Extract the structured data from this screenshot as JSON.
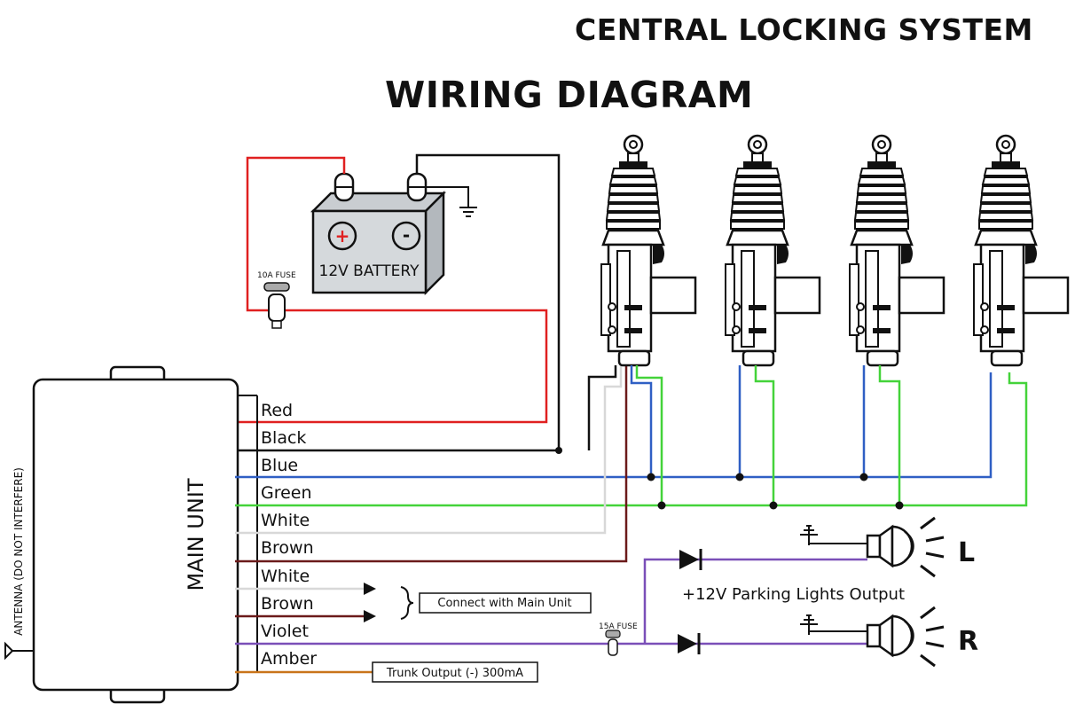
{
  "title": "CENTRAL LOCKING SYSTEM",
  "subtitle": "WIRING DIAGRAM",
  "battery": {
    "label": "12V BATTERY",
    "plus": "+",
    "minus": "-"
  },
  "fuse_10a": "10A FUSE",
  "fuse_15a": "15A FUSE",
  "main_unit": "MAIN UNIT",
  "antenna": "ANTENNA (DO NOT INTERFERE)",
  "wires": [
    "Red",
    "Black",
    "Blue",
    "Green",
    "White",
    "Brown",
    "White",
    "Brown",
    "Violet",
    "Amber"
  ],
  "wire_colors": {
    "Red": "#e02020",
    "Black": "#111111",
    "Blue": "#2f5fc4",
    "Green": "#44d33a",
    "White": "#d8d8d8",
    "Brown": "#6b1a1a",
    "Violet": "#7a4fb8",
    "Amber": "#c9741a"
  },
  "connect_note": "Connect with Main Unit",
  "trunk_note": "Trunk Output (-) 300mA",
  "parking_lights": "+12V Parking Lights Output",
  "lamp_left": "L",
  "lamp_right": "R",
  "actuator_icon": "door-lock-actuator-icon",
  "lamp_icon": "lamp-icon",
  "ground_icon": "ground-icon",
  "diode_icon": "diode-icon"
}
